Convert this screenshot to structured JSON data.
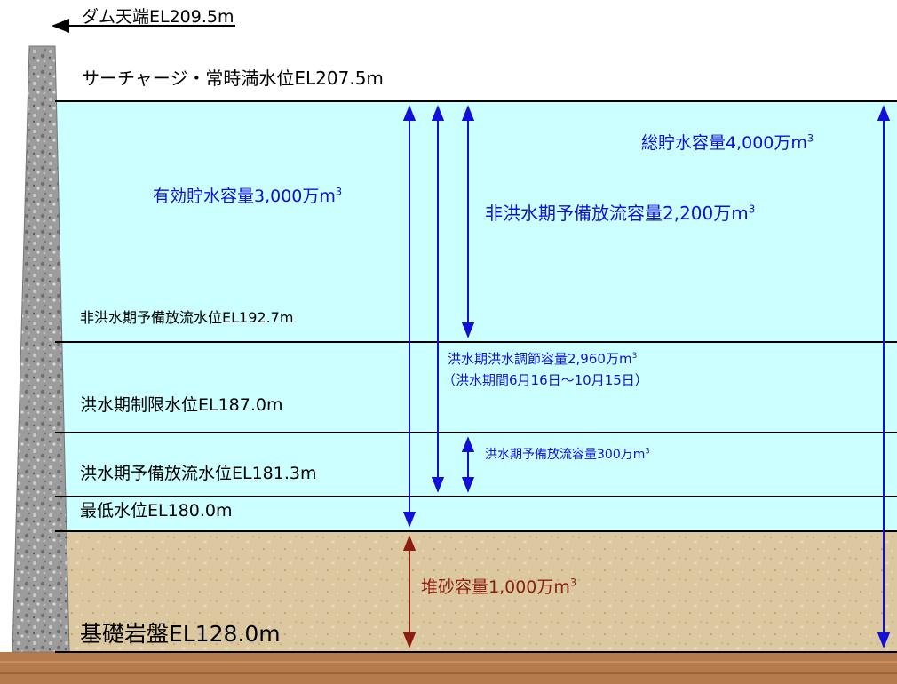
{
  "levels": {
    "crest": "ダム天端EL209.5m",
    "surcharge": "サーチャージ・常時満水位EL207.5m",
    "non_flood_reserve": "非洪水期予備放流水位EL192.7m",
    "flood_limit": "洪水期制限水位EL187.0m",
    "flood_reserve": "洪水期予備放流水位EL181.3m",
    "minimum": "最低水位EL180.0m",
    "bedrock": "基礎岩盤EL128.0m"
  },
  "capacities": {
    "total": {
      "text": "総貯水容量4,000万m",
      "sup": "3"
    },
    "effective": {
      "text": "有効貯水容量3,000万m",
      "sup": "3"
    },
    "non_flood_reserve": {
      "text": "非洪水期予備放流容量2,200万m",
      "sup": "3"
    },
    "flood_control": {
      "text": "洪水期洪水調節容量2,960万m",
      "sup": "3"
    },
    "flood_period": "（洪水期間6月16日～10月15日）",
    "flood_reserve": {
      "text": "洪水期予備放流容量300万m",
      "sup": "3"
    },
    "sediment": {
      "text": "堆砂容量1,000万m",
      "sup": "3"
    }
  },
  "colors": {
    "water": "#ccffff",
    "sediment": "#dcc8a0",
    "ground": "#b57b4c",
    "dam": "#9a9a9a",
    "arrow_blue": "#1010d8",
    "arrow_brown": "#8b1d12"
  }
}
